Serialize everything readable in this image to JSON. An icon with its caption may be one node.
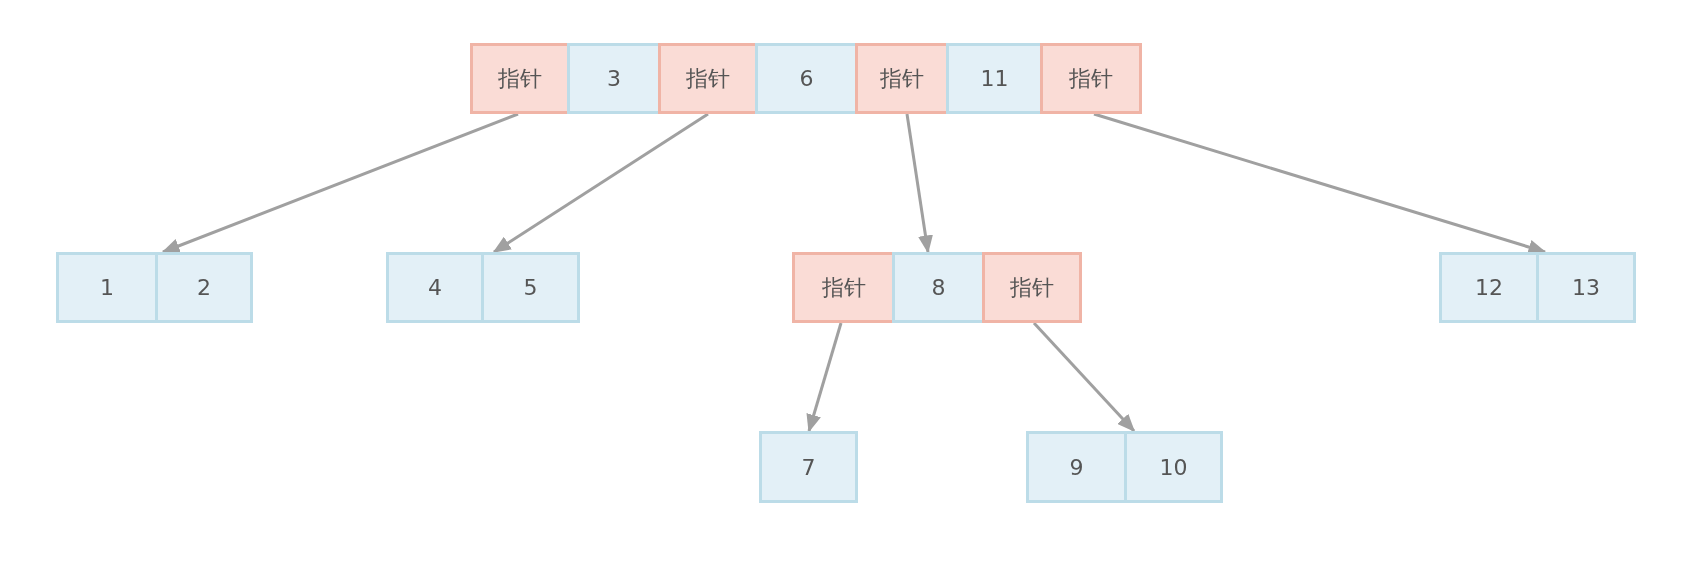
{
  "diagram": {
    "nodes": [
      {
        "text": [
          "指针"
        ]
      },
      {
        "text": [
          "3"
        ]
      },
      {
        "text": [
          "指针"
        ]
      },
      {
        "text": [
          "6"
        ]
      },
      {
        "text": [
          "指针"
        ]
      },
      {
        "text": [
          "11"
        ]
      },
      {
        "text": [
          "指针"
        ]
      },
      {
        "text": [
          "1"
        ]
      },
      {
        "text": [
          "2"
        ]
      },
      {
        "text": [
          "4"
        ]
      },
      {
        "text": [
          "5"
        ]
      },
      {
        "text": [
          "指针"
        ]
      },
      {
        "text": [
          "8"
        ]
      },
      {
        "text": [
          "指针"
        ]
      },
      {
        "text": [
          "12"
        ]
      },
      {
        "text": [
          "13"
        ]
      },
      {
        "text": [
          "7"
        ]
      },
      {
        "text": [
          "9"
        ]
      },
      {
        "text": [
          "10"
        ]
      }
    ],
    "edges": [
      {
        "from": 0,
        "to": 8,
        "arrow": "to"
      },
      {
        "from": 2,
        "to": 10,
        "arrow": "to"
      },
      {
        "from": 4,
        "to": 12,
        "arrow": "to"
      },
      {
        "from": 6,
        "to": 15,
        "arrow": "to"
      },
      {
        "from": 11,
        "to": 16,
        "arrow": "to"
      },
      {
        "from": 13,
        "to": 18,
        "arrow": "to"
      }
    ]
  }
}
